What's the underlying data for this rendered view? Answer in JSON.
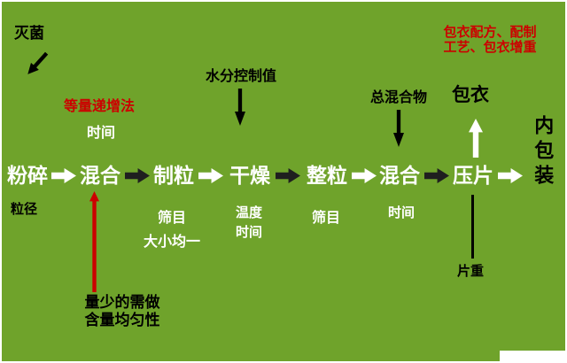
{
  "colors": {
    "background": "#6fa32b",
    "red_text": "#cc0000",
    "dark_arrow": "#1f1f1f",
    "white_text": "#ffffff",
    "black_text": "#000000"
  },
  "flow": {
    "steps": [
      {
        "id": "crushing",
        "label": "粉碎"
      },
      {
        "id": "mixing-1",
        "label": "混合"
      },
      {
        "id": "granulation",
        "label": "制粒"
      },
      {
        "id": "drying",
        "label": "干燥"
      },
      {
        "id": "sizing",
        "label": "整粒"
      },
      {
        "id": "mixing-2",
        "label": "混合"
      },
      {
        "id": "tableting",
        "label": "压片"
      }
    ],
    "inner_packaging": "内包装"
  },
  "notes": {
    "sterilization": "灭菌",
    "equal_increment_method": "等量递增法",
    "mixing_time": "时间",
    "moisture_control": "水分控制值",
    "total_mixture": "总混合物",
    "coating_note_1": "包衣配方、配制",
    "coating_note_2": "工艺、包衣增重",
    "coating": "包衣",
    "particle_size": "粒径",
    "mesh_1": "筛目",
    "uniform_size": "大小均一",
    "temperature": "温度",
    "drying_time": "时间",
    "mesh_2": "筛目",
    "mixing_time_2": "时间",
    "tablet_weight": "片重",
    "uniformity_1": "量少的需做",
    "uniformity_2": "含量均匀性"
  }
}
